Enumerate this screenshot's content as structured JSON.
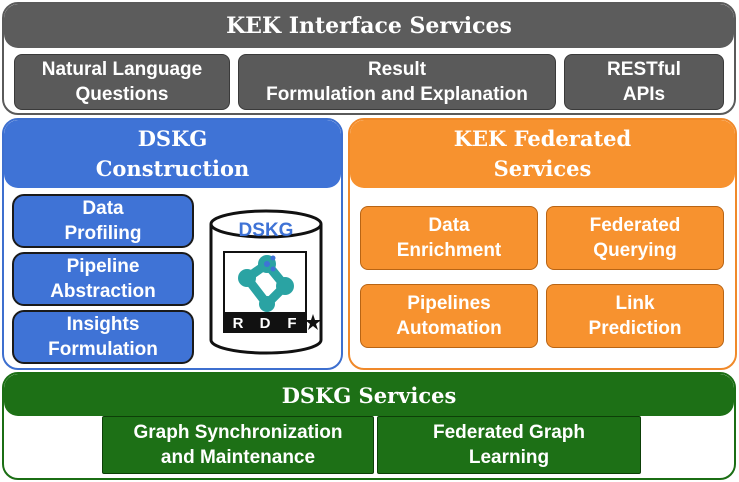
{
  "interface": {
    "title": "KEK Interface Services",
    "boxes": [
      "Natural Language\nQuestions",
      "Result\nFormulation and Explanation",
      "RESTful\nAPIs"
    ]
  },
  "construction": {
    "title": "DSKG\nConstruction",
    "boxes": [
      "Data\nProfiling",
      "Pipeline\nAbstraction",
      "Insights\nFormulation"
    ],
    "db_label": "DSKG",
    "rdf_letters": [
      "R",
      "D",
      "F"
    ]
  },
  "federated": {
    "title": "KEK Federated\nServices",
    "boxes": [
      "Data\nEnrichment",
      "Federated\nQuerying",
      "Pipelines\nAutomation",
      "Link\nPrediction"
    ]
  },
  "services": {
    "title": "DSKG Services",
    "boxes": [
      "Graph Synchronization\nand Maintenance",
      "Federated Graph\nLearning"
    ]
  },
  "colors": {
    "gray": "#5a5a5a",
    "blue": "#3f73d6",
    "orange": "#f7922f",
    "green": "#1d7016",
    "rdf_teal": "#2aa3a3"
  }
}
